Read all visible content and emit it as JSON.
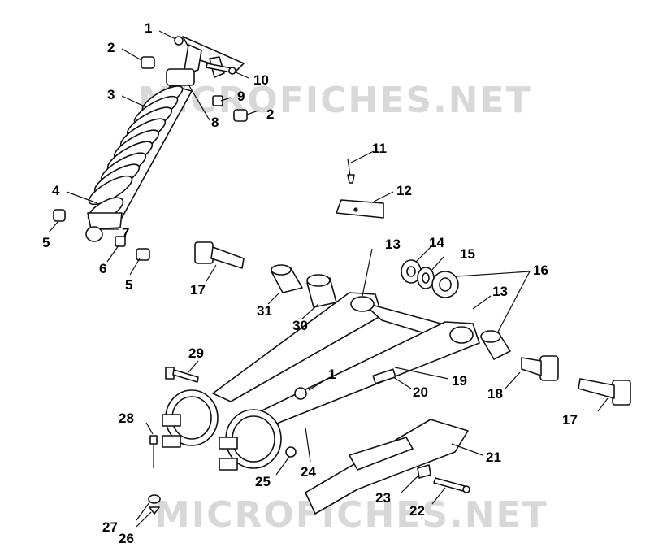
{
  "watermark_top": "MICROFICHES.NET",
  "watermark_bottom": "MICROFICHES.NET",
  "callouts": [
    "1",
    "2",
    "3",
    "2",
    "4",
    "5",
    "6",
    "5",
    "7",
    "8",
    "9",
    "10",
    "11",
    "12",
    "13",
    "14",
    "15",
    "16",
    "13",
    "17",
    "17",
    "18",
    "19",
    "20",
    "21",
    "22",
    "23",
    "24",
    "25",
    "26",
    "27",
    "28",
    "29",
    "30",
    "31",
    "1"
  ]
}
